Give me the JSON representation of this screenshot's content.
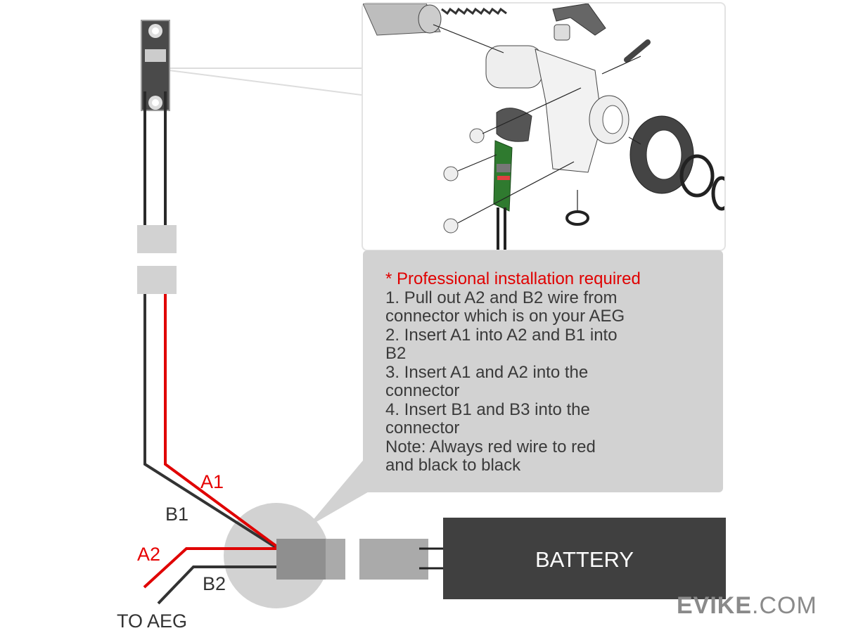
{
  "instructions": {
    "warning": "* Professional installation required",
    "lines": [
      "1. Pull out A2 and B2 wire from",
      "connector which is on your AEG",
      "2. Insert A1 into A2  and B1 into",
      "B2",
      "3. Insert A1 and A2 into the",
      "connector",
      "4. Insert B1 and B3 into the",
      "connector",
      "Note: Always red wire to red",
      "and black to black"
    ]
  },
  "labels": {
    "a1": "A1",
    "b1": "B1",
    "a2": "A2",
    "b2": "B2",
    "to_aeg": "TO AEG",
    "battery": "BATTERY"
  },
  "logo": {
    "bold": "EVIKE",
    "rest": ".COM"
  },
  "colors": {
    "red_wire": "#e00000",
    "black_wire": "#333333",
    "panel": "#d2d2d2",
    "battery": "#404040"
  }
}
